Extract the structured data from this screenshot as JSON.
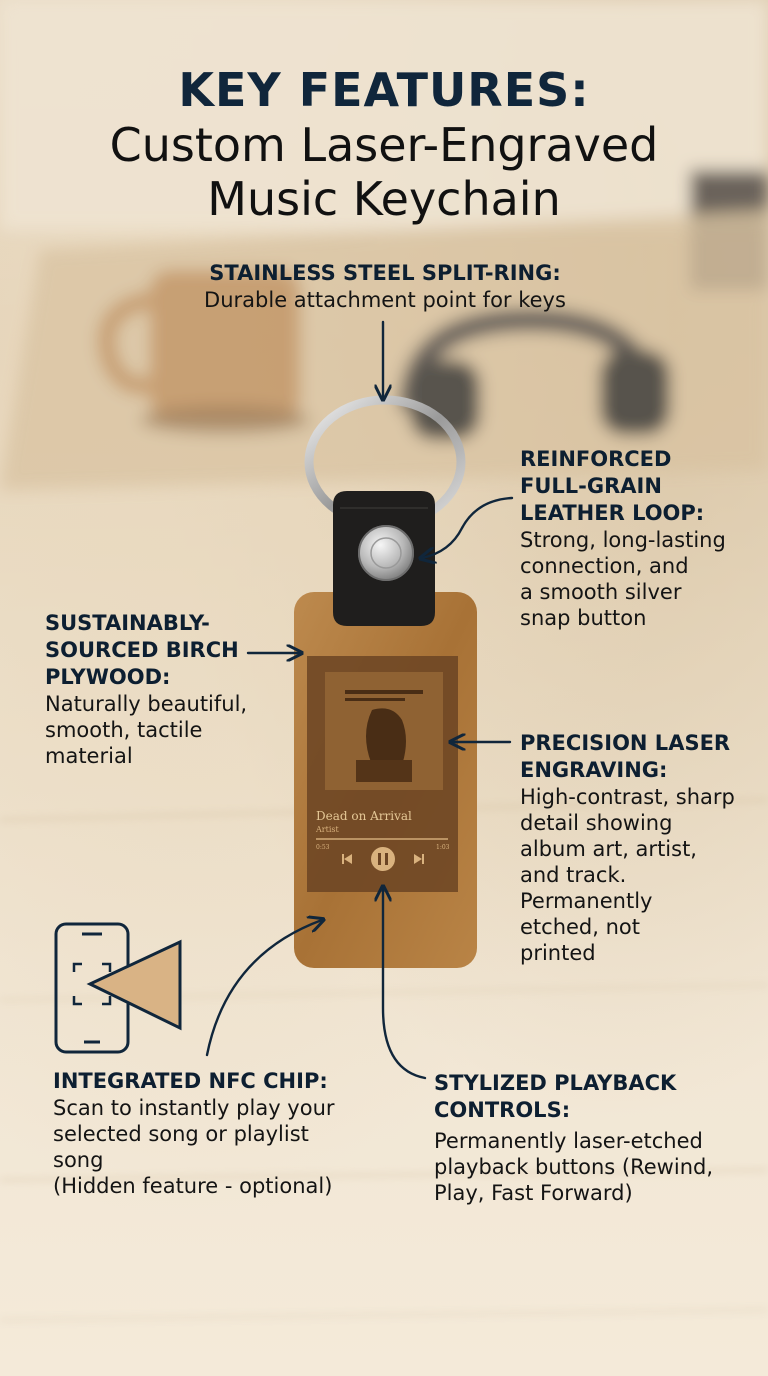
{
  "title": {
    "main": "KEY FEATURES:",
    "line2": "Custom Laser-Engraved",
    "line3": "Music Keychain"
  },
  "features": {
    "ring": {
      "heading": "STAINLESS STEEL SPLIT-RING:",
      "desc": "Durable attachment point for keys"
    },
    "leather": {
      "heading": [
        "REINFORCED",
        "FULL-GRAIN",
        "LEATHER LOOP:"
      ],
      "desc": [
        "Strong, long-lasting",
        "connection, and",
        "a smooth silver",
        "snap button"
      ]
    },
    "birch": {
      "heading": [
        "SUSTAINABLY-",
        "SOURCED BIRCH",
        "PLYWOOD:"
      ],
      "desc": [
        "Naturally beautiful,",
        "smooth, tactile",
        "material"
      ]
    },
    "laser": {
      "heading": [
        "PRECISION LASER",
        "ENGRAVING:"
      ],
      "desc": [
        "High-contrast, sharp",
        "detail showing",
        "album art, artist,",
        "and track.",
        "Permanently",
        "etched, not",
        "printed"
      ]
    },
    "nfc": {
      "heading": "INTEGRATED NFC CHIP:",
      "desc": [
        "Scan to instantly play your",
        "selected song or playlist",
        "song",
        "(Hidden feature - optional)"
      ]
    },
    "playback": {
      "heading": [
        "STYLIZED PLAYBACK",
        "CONTROLS:"
      ],
      "desc": [
        "Permanently laser-etched",
        "playback buttons (Rewind,",
        "Play, Fast Forward)"
      ]
    }
  },
  "engraving": {
    "track": "Dead on Arrival",
    "artist": "Artist",
    "time_start": "0:53",
    "time_end": "1:03"
  },
  "colors": {
    "navy": "#10263b",
    "wood": "#b07a3f",
    "leather": "#1f1e1d"
  },
  "icons": [
    "nfc-phone-icon",
    "scan-frame-icon",
    "rewind-icon",
    "pause-icon",
    "fast-forward-icon"
  ]
}
